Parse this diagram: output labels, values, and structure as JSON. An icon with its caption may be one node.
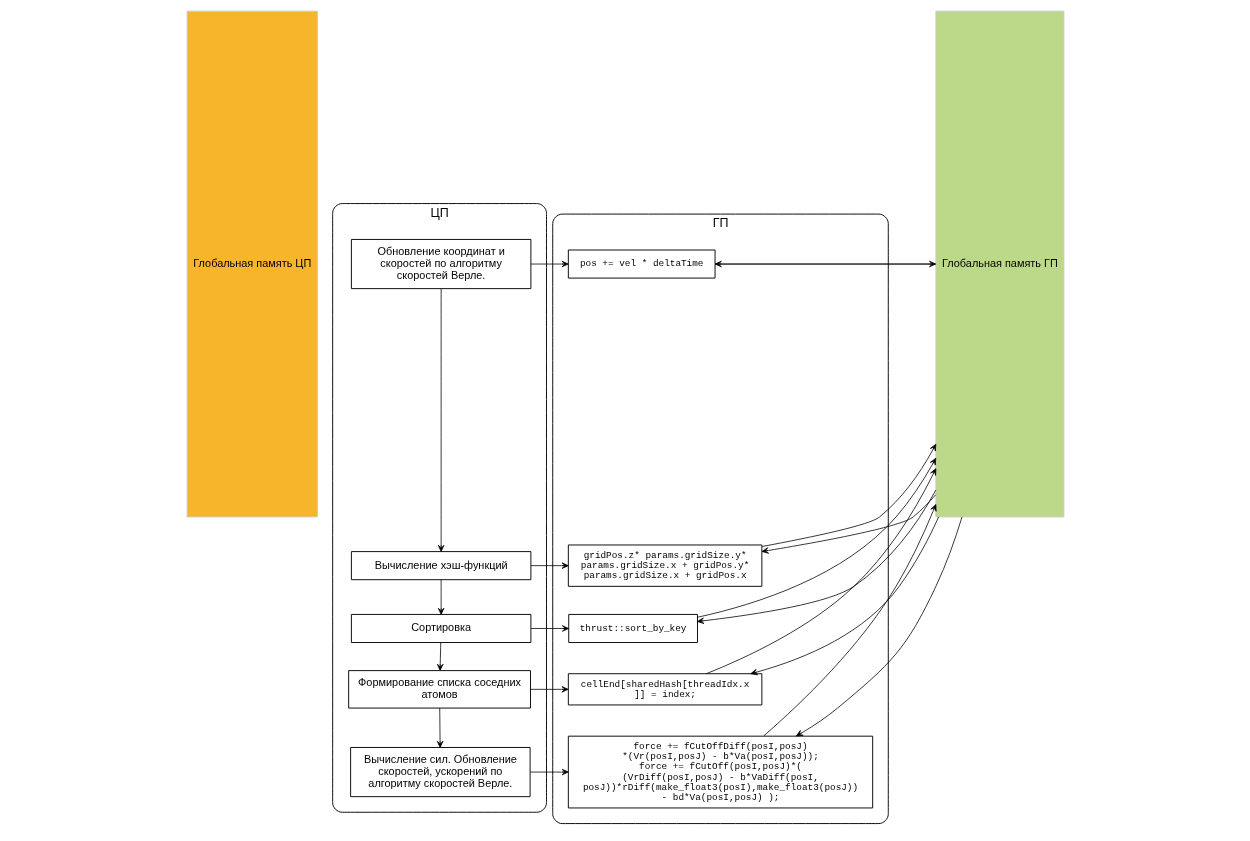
{
  "diagram": {
    "nodes": [
      {
        "text": [
          "Глобальная память ЦП"
        ]
      },
      {
        "text": [
          "ЦП"
        ]
      },
      {
        "text": [
          "Обновление координат и скоростей по алгоритму скоростей Верле."
        ],
        "in": 1
      },
      {
        "text": [
          "Вычисление хэш-функций"
        ],
        "in": 1
      },
      {
        "text": [
          "Сортировка"
        ],
        "in": 1
      },
      {
        "text": [
          "Формирование списка соседних атомов"
        ],
        "in": 1
      },
      {
        "text": [
          "Вычисление сил. Обновление скоростей, ускорений по алгоритму скоростей Верле."
        ],
        "in": 1
      },
      {
        "text": [
          "ГП"
        ]
      },
      {
        "text": [
          "pos += vel * deltaTime"
        ],
        "in": 7
      },
      {
        "text": [
          "gridPos.z* params.gridSize.y* params.gridSize.x + gridPos.y* params.gridSize.x + gridPos.x"
        ],
        "in": 7
      },
      {
        "text": [
          "thrust::sort_by_key"
        ],
        "in": 7
      },
      {
        "text": [
          "cellEnd[sharedHash[threadIdx.x ]] = index;"
        ],
        "in": 7
      },
      {
        "text": [
          "force += fCutOffDiff(posI,posJ) *(Vr(posI,posJ) - b*Va(posI,posJ)); force += fCutOff(posI,posJ)*( (VrDiff(posI,posJ) - b*VaDiff(posI, posJ))*rDiff(make_float3(posI),make_float3(posJ)) - bd*Va(posI,posJ) );"
        ],
        "in": 7
      },
      {
        "text": [
          "Глобальная память ГП"
        ]
      }
    ],
    "edges": [
      {
        "from": 2,
        "to": 3,
        "arrow": "to"
      },
      {
        "from": 3,
        "to": 4,
        "arrow": "to"
      },
      {
        "from": 4,
        "to": 5,
        "arrow": "to"
      },
      {
        "from": 5,
        "to": 6,
        "arrow": "to"
      },
      {
        "from": 2,
        "to": 8,
        "arrow": "to"
      },
      {
        "from": 8,
        "to": 13,
        "arrow": "to"
      },
      {
        "from": 13,
        "to": 8,
        "arrow": "to"
      },
      {
        "from": 3,
        "to": 9,
        "arrow": "to"
      },
      {
        "from": 9,
        "to": 13,
        "arrow": "to"
      },
      {
        "from": 13,
        "to": 9,
        "arrow": "to"
      },
      {
        "from": 4,
        "to": 10,
        "arrow": "to"
      },
      {
        "from": 10,
        "to": 13,
        "arrow": "to"
      },
      {
        "from": 13,
        "to": 10,
        "arrow": "to"
      },
      {
        "from": 5,
        "to": 11,
        "arrow": "to"
      },
      {
        "from": 11,
        "to": 13,
        "arrow": "to"
      },
      {
        "from": 13,
        "to": 11,
        "arrow": "to"
      },
      {
        "from": 6,
        "to": 12,
        "arrow": "to"
      },
      {
        "from": 12,
        "to": 13,
        "arrow": "to"
      },
      {
        "from": 13,
        "to": 12,
        "arrow": "to"
      }
    ]
  }
}
